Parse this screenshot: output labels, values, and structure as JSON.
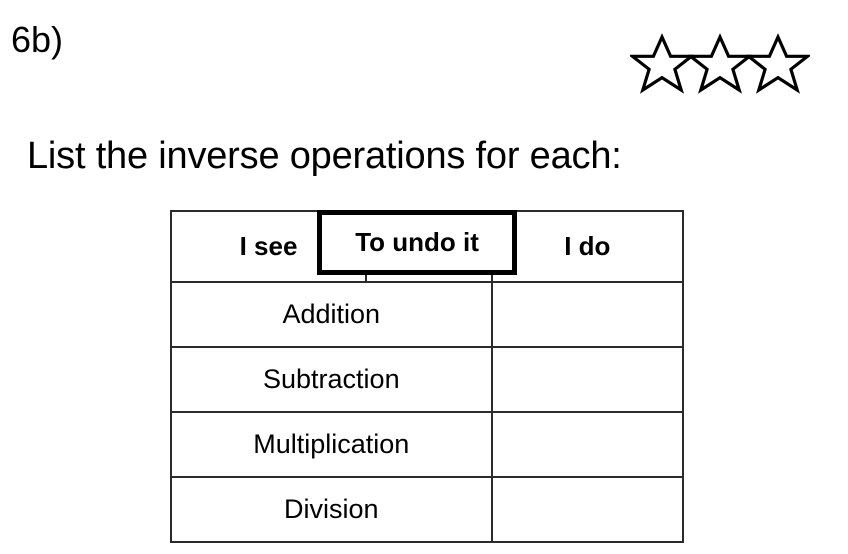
{
  "worksheet": {
    "question_number": "6b)",
    "prompt": "List the inverse operations for each:",
    "difficulty": {
      "icon": "star-outline-icon",
      "count": 3,
      "filled": 0,
      "stroke_color": "#000000",
      "fill_color": "#ffffff"
    },
    "table": {
      "headers": {
        "left": "I see",
        "middle": "To undo it",
        "right": "I do"
      },
      "highlighted_header": "To undo it",
      "rows": [
        {
          "operation": "Addition",
          "answer": ""
        },
        {
          "operation": "Subtraction",
          "answer": ""
        },
        {
          "operation": "Multiplication",
          "answer": ""
        },
        {
          "operation": "Division",
          "answer": ""
        }
      ],
      "border_color": "#2b2b2b",
      "highlight_border_color": "#000000"
    }
  }
}
